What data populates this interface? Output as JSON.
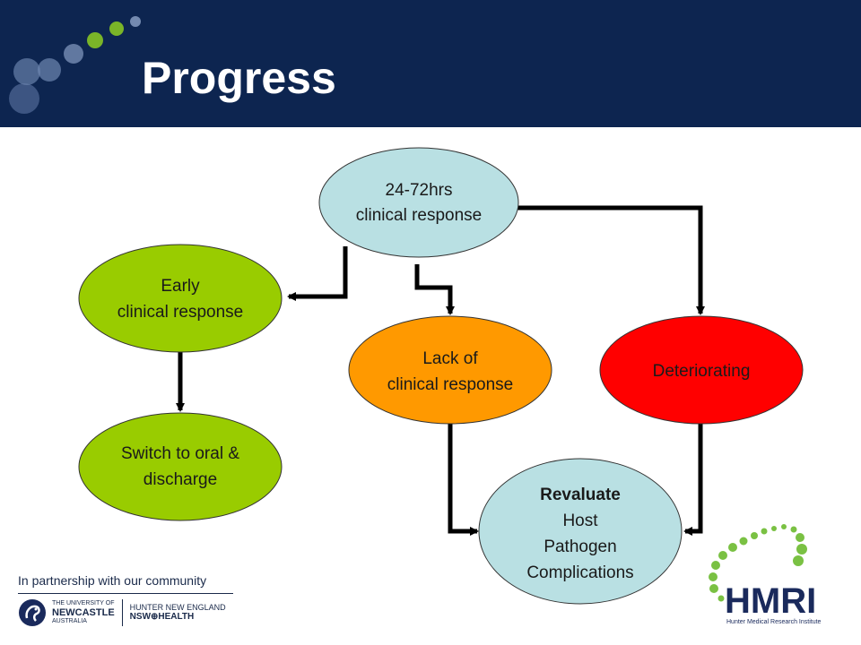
{
  "title": "Progress",
  "nodes": {
    "top": {
      "line1": "24-72hrs",
      "line2": "clinical response",
      "color": "#b9e0e3"
    },
    "early": {
      "line1": "Early",
      "line2": "clinical response",
      "color": "#99cc00"
    },
    "switch": {
      "line1": "Switch to oral &",
      "line2": "discharge",
      "color": "#99cc00"
    },
    "lack": {
      "line1": "Lack of",
      "line2": "clinical response",
      "color": "#ff9900"
    },
    "deteriorating": {
      "line1": "Deteriorating",
      "color": "#ff0000"
    },
    "revaluate": {
      "heading": "Revaluate",
      "line1": "Host",
      "line2": "Pathogen",
      "line3": "Complications",
      "color": "#b9e0e3"
    }
  },
  "footer": {
    "partnership": "In partnership with our community",
    "uni_small": "THE UNIVERSITY OF",
    "uni_name": "NEWCASTLE",
    "uni_country": "AUSTRALIA",
    "hne": "HUNTER NEW ENGLAND",
    "nsw": "NSW⊕HEALTH"
  },
  "hmri": {
    "name": "HMRI",
    "subtitle": "Hunter Medical Research Institute"
  },
  "colors": {
    "header": "#0d2550",
    "dots_light": "#6f87b0",
    "dots_green": "#7ab528",
    "hmri_green": "#7ac143",
    "hmri_navy": "#1a2a5c"
  }
}
